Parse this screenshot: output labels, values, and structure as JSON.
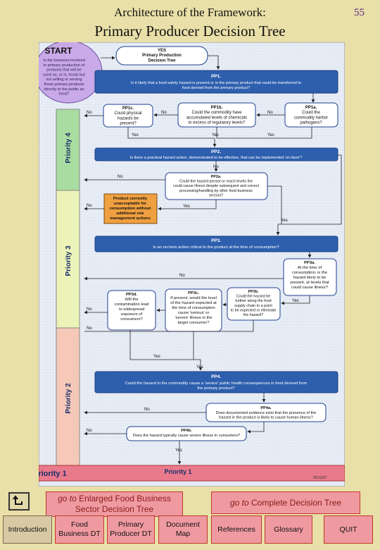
{
  "header": {
    "title_line1": "Architecture of the Framework:",
    "title_line2": "Primary Producer Decision Tree",
    "page_number": "55"
  },
  "diagram": {
    "start": "START",
    "start_question": [
      "Is the business involved",
      "in primary production of",
      "products that will be",
      "used as, or in, foods but",
      "not selling or serving",
      "those primary products",
      "directly to the public as",
      "food?"
    ],
    "yes_box": [
      "YES",
      "Primary Production",
      "Decision Tree"
    ],
    "priorities": {
      "p4": "Priority 4",
      "p3": "Priority 3",
      "p2": "Priority 2",
      "p1": "Priority 1"
    },
    "pp1": {
      "id": "PP1.",
      "text": [
        "Is it likely that a food safety hazard is present or in the primary product that could be transferred to",
        "food derived from the primary product?"
      ]
    },
    "pp1c": [
      "PP1c.",
      "Could physical",
      "hazards be",
      "present?"
    ],
    "pp1b": [
      "PP1b.",
      "Could the commodity have",
      "accumulated levels of chemicals",
      "in excess of regulatory levels?"
    ],
    "pp1a": [
      "PP1a.",
      "Could the",
      "commodity harbor",
      "pathogens?"
    ],
    "pp2": {
      "id": "PP2.",
      "text": "Is there a practical hazard action, demonstrated to be effective, that can be implemented 'on-farm'?"
    },
    "pp2a": [
      "PP2a.",
      "Could the hazard persist or reach levels the",
      "could cause illness despite subsequent and correct",
      "processing/handling by other food business",
      "sectors?"
    ],
    "product_box": [
      "Product currently",
      "unacceptable for",
      "consumption without",
      "additional risk",
      "management actions"
    ],
    "pp3": {
      "id": "PP3.",
      "text": "Is an on-farm action critical to the product at the time of consumption?"
    },
    "pp3a": [
      "PP3a.",
      "At the time of",
      "consumption, is the",
      "hazard likely to be",
      "present, at levels that",
      "could cause illness?"
    ],
    "pp3b": [
      "PP3b.",
      "Could the hazard be",
      "further along the food",
      "supply chain to a point",
      "to be expected or eliminate",
      "the hazard?"
    ],
    "pp3c": [
      "PP3c.",
      "If present, would the level",
      "of the hazard expected at",
      "the time of consumption",
      "cause 'serious' or",
      "'severe' illness in the",
      "target consumer?"
    ],
    "pp3d": [
      "PP3d.",
      "Will the",
      "contamination lead",
      "to widespread",
      "exposure of",
      "consumers?"
    ],
    "pp4": {
      "id": "PP4.",
      "text": [
        "Could the hazard in the commodity cause a 'severe' public health consequences in food derived from",
        "the primary product?"
      ]
    },
    "pp4a": [
      "PP4a.",
      "Does documented evidence exist that the presence of the",
      "hazard in the product is likely to cause human illness?"
    ],
    "pp4b": [
      "PP4b.",
      "Does the hazard typically cause severe illness in consumers?"
    ],
    "labels": {
      "yes": "Yes",
      "no": "No"
    },
    "footer_code": "05/12/07"
  },
  "nav": {
    "enlarged_prefix": "go to",
    "enlarged_rest": "Enlarged Food Business Sector Decision Tree",
    "complete_prefix": "go to",
    "complete_rest": "Complete Decision Tree",
    "buttons": [
      "Introduction",
      "Food Business DT",
      "Primary Producer DT",
      "Document Map",
      "References",
      "Glossary",
      "QUIT"
    ]
  }
}
